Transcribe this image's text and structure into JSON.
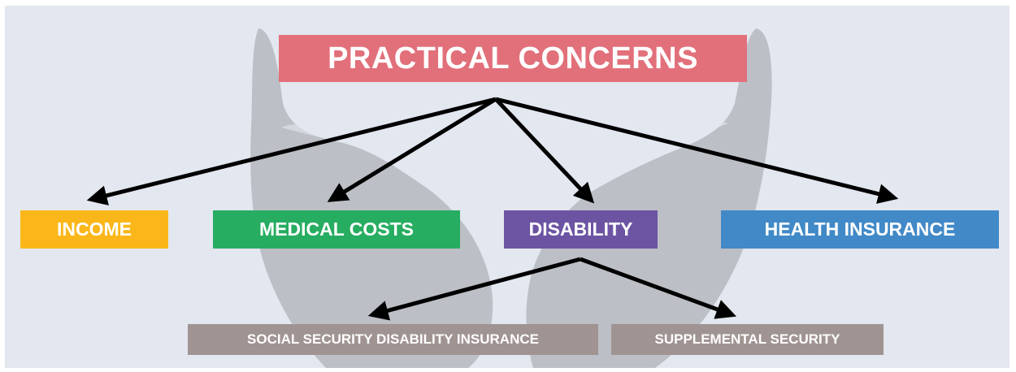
{
  "diagram": {
    "title": "PRACTICAL CONCERNS",
    "categories": [
      {
        "label": "INCOME",
        "color": "#fbb71a"
      },
      {
        "label": "MEDICAL COSTS",
        "color": "#27ad61"
      },
      {
        "label": "DISABILITY",
        "color": "#6c54a3"
      },
      {
        "label": "HEALTH INSURANCE",
        "color": "#4189c7"
      }
    ],
    "subcategories": [
      {
        "label": "SOCIAL SECURITY DISABILITY INSURANCE",
        "color": "#a09492"
      },
      {
        "label": "SUPPLEMENTAL SECURITY",
        "color": "#a09492"
      }
    ],
    "colors": {
      "title_box": "#e1707a",
      "background": "#e3e7ef",
      "hands": "#b5b7bd",
      "arrows": "#000000"
    }
  }
}
